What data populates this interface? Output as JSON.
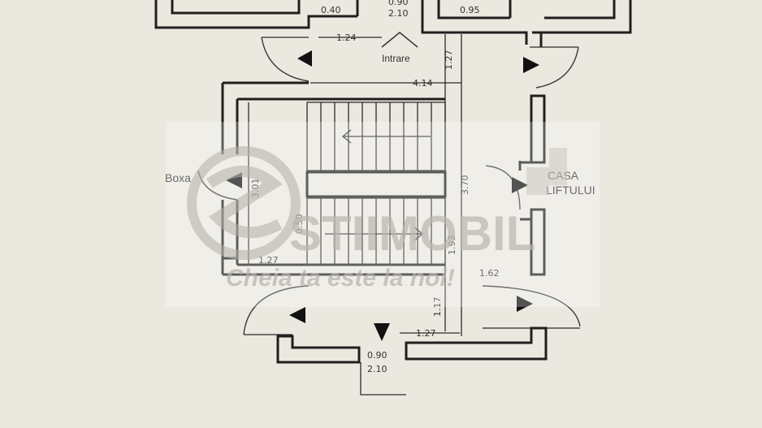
{
  "labels": {
    "entrance": "Intrare",
    "storage": "Boxa",
    "elevator_line1": "CASA",
    "elevator_line2": "LIFTULUI"
  },
  "dimensions": {
    "d_top_left": "0.40",
    "d_top_door_w": "0.90",
    "d_top_door_h": "2.10",
    "d_top_right": "0.95",
    "d_entrance_w": "1.24",
    "d_landing_h": "1.27",
    "d_stair_w": "4.14",
    "d_storage": "3.01",
    "d_elevator": "3.70",
    "d_mid_landing": "0.50",
    "d_flight": "1.93",
    "d_left_bottom": "1.27",
    "d_right_bottom": "1.62",
    "d_bottom_h": "1.17",
    "d_bottom_w": "1.27",
    "d_bottom_door_w": "0.90",
    "d_bottom_door_h": "2.10"
  },
  "watermark": {
    "brand": "STIIMOBIL",
    "slogan": "Cheia ta este la noi!"
  }
}
